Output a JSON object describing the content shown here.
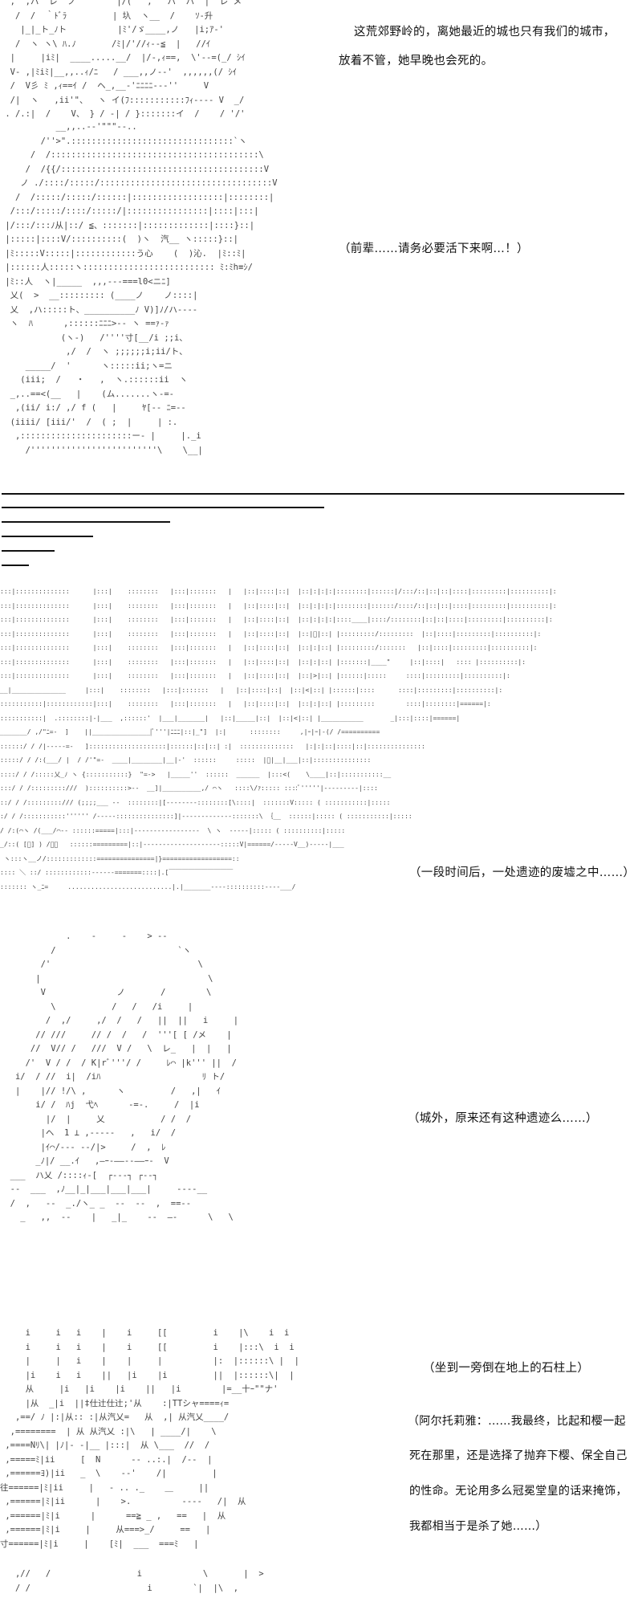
{
  "narration": {
    "line1a": "这荒郊野岭的，离她最近的城也只有我们的城市，",
    "line1b": "放着不管，她早晚也会死的。",
    "thought1": "（前辈……请务必要活下来啊…！）",
    "scene_change": "（一段时间后，一处遗迹的废墟之中……）",
    "thought2": "（城外，原来还有这种遗迹么……）",
    "action": "（坐到一旁倒在地上的石柱上）",
    "dialogue": [
      "（阿尔托莉雅：……我最终，比起和樱一起",
      "死在那里，还是选择了抛弃下樱、保全自己",
      "的性命。无论用多么冠冕堂皇的话来掩饰，",
      "我都相当于是杀了她……）"
    ]
  },
  "art": {
    "top": "  ,  ,ハ  レ  ノ        |/(   ,   ハ  ハ  |  レ メ\n   /  /  ｀ﾄﾞﾗ         | 圦  ヽ__  /    ｿ-升\n    |_|_ト_ﾉト          |ﾐ'/ゞ____,ノ   |i;ｱ-'\n   /  ヽ ヽ\\ ﾊ.ﾉ       /ﾐ|/'//ｨ--≦  |   //ｲ\n  |     |iﾐ|  ____.....__/  |/-,ｨ==,  \\'--=(_/ ｼｲ\n  V- ,|ﾐiﾐ|__,,..ｨ/ﾆ   / ___,,ノ-‐'  ,,,,,,(/ ｼｲ\n  /  V彡 ﾐ ,ｨ==ｲ /  ヘ_,__-'ﾆﾆﾆﾆ‐‐‐''     V\n  /|  ヽ   ,ii'\"、  ヽ イ(ﾌ:::::::::::ﾌｨ--‐‐ V  _/\n . /.:|  /    V、 } / -| / }:::::::イ  /    / '/'",
    "char1": "           __,,..-‐'\"\"\"‐-..\n        /''>\".::::::::::::::::::::::::::::::::`ヽ\n      /  /:::::::::::::::::::::::::::::::::::::::::\\\n     /  /{{/::::::::::::::::::::::::::::::::::::::::V\n    ノ ./::::/:::::/::::::::::::::::::::::::::::::::::V\n   /  /:::::/:::::/::::::|::::::::::::::::::|::::::::|\n  /:::/:::::/::::/:::::/|::::::::::::::::|::::|:::|\n |/:::/:::ﾉ从|::/ ≦、:::::::|:::::::::::::|::::}::|\n |:::::|::::V/::::::::::(  )ヽ  汽__ ヽ:::::}::|\n |ﾐ:::::V:::::|::::::::::::う心    (  )沁.  |ﾐ::ﾐ|\n |::::::人:::::ヽ:::::::::::::::::::::::::: ﾐ:ﾐh≡ｼ/\n |ﾐ::人  ヽ|_____  ,,,---===l0<ニﾆ]\n  乂(  >  __::::::::: (____ノ    ノ::::|\n  乂  ,ハ:::::ト、__________ﾉ V)]ﾉ/ハ---‐\n  ヽ  ﾊ      ,::::::ﾆﾆﾆ>-- ヽ ==ｧ-ｧ\n            (ヽ-)   /''''寸[__/i ;;i、\n             ,/  /  ヽ ;;;;;;i;ii/ト、\n     _____/  '      ヽ:::::ii;ヽ=ニ\n    (iii;  /   ・   ,  ヽ.::::::ii  ヽ\n  _,..==<(__   |    (ム.......ヽ-=‐\n   ,(ii/ i:/ ,/ f (   |     ﾔ[‐‐ ﾆ=--\n  (iiii/ [iii/'  /  ( ;  |     | :.\n   ,::::::::::::::::::::::ー- |     |._i\n     /'''''''''''''''''''''''''\\    \\__|",
    "ruins": ":::|::::::::::::::      |:::|    ::::::::   |:::|:::::::   |   |::|::::|::|  |::|:|:|:|::::::::|::::::|/:::/::|::|::|::::|:::::::::|::::::::::|:\n:::|::::::::::::::      |:::|    ::::::::   |:::|:::::::   |   |::|::::|::|  |::|:|:|:|::::::::|::::::/::::/::|::|::|::::|:::::::::|::::::::::|:\n:::|::::::::::::::      |:::|    ::::::::   |:::|:::::::   |   |::|::::|::|  |::|:|:|:|::::____|::::/::::::::|::|::|::::|:::::::::|::::::::::|:\n:::|::::::::::::::      |:::|    ::::::::   |:::|:::::::   |   |::|::::|::|  |::|ﾞ|::| |:::::::::/:::::::::  |::|::::|:::::::::|::::::::::|:\n:::|::::::::::::::      |:::|    ::::::::   |:::|:::::::   |   |::|::::|::|  |::|:|::| |:::::::::/:::::::   |::|::::|:::::::::|::::::::::|:\n:::|::::::::::::::      |:::|    ::::::::   |:::|:::::::   |   |::|::::|::|  |::|:|::| |:::::::|____\"     |::|::::|   :::: |::::::::::|:\n:::|::::::::::::::      |:::|    ::::::::   |:::|:::::::   |   |::|::::|::|  |::|>|::| |::::::|:::::     ::::|:::::::::|::::::::::|:\n__|______________     |:::|    ::::::::   |:::|:::::::   |   |::|::::|::|  |::|<|::| |::::::|::::      ::::|:::::::::|::::::::::|:\n:::::::::::|::::::::::::|:::|    ::::::::   |:::|:::::::   |   |::|::::|::|  |::|:|::| |:::::::::        ::::|::::::::|======|:\n:::::::::::|  .::::::::|-|___  ,::::::'  |___|_______|   |::|_____|::|  |::|<|::| |___________       _|:::|::::|======|\n_______/ ,/\"ﾆ=-  ]    ||_______________|ﾞ'''|ﾆﾆﾆ|::|_\"]  |:|      ::::::::     ,|ｰ|ｰ|‐(/ /==========\n::::::/ / /|‐‐‐‐‐=-   ]::::::::::::::::::::|::::::|::|::| :|  ::::::::::::::   |:|:|::|::::|::|:::::::::::::::\n:::::/ / /:(___/ |  / /'\"=-  ____|________|__|-'  ::::::     :::::  |ﾞ|__|___|::|:::::::::::::::\n::::/ / /:::::乂_ﾉ ヽ {:::::::::::}  \"=->   |_____''  ::::::  ______  |:::<(    \\____|::|:::::::::::__\n:::/ / /:::::::::///  )::::::::::>‐‐  __]|__________,/ ⌒ヽ   ::::\\/ｧ::::: ::::ﾞ'''''|---------|::::\n::/ / /:::::::::/// (;;;;___ ‐‐  ::::::::|[--------::::::::[\\::::|  :::::::V::::: ( :::::::::::|:::::\n:/ / /:::::::::::'''''' /-----:::::::::::::::]|-------------:::::::\\ ｛__  ::::::|::::: ( :::::::::::|:::::\n/ /:(⌒ヽ /(___/⌒‐‐ ::::::=====|:::|-----------------  \\ ヽ  -----|::::: ( ::::::::::|:::::\n_/::( [ﾞ] ) /￣￣   ::::::=========|::|--------------------:::::V|======/-----V__)-----|___\n ヽ:::ヽ__ノ/:::::::::::::===============|}==================::\n:::: ＼ ::/ ::::::::::::----‐‐=======::::|.[￣￣￣￣￣￣￣￣￣￣\n::::::: ヽ_ﾆ=     ...........................|.|_______----::::::::::----___/",
    "girl": "             .    -     ‐    > --\n          /                        `ヽ\n        /'                             \\\n       |                                 \\\n        V              ノ       /        \\\n          \\           /   /   /i     |\n         /  ,/     ,/  /   /   ||  ||   i     |\n       // ///     // /  /   /  '''[ [ /メ    |\n      //  V// /   ///  V /   \\  レ_   |  |   |\n     /'  V / /  / K|rﾞ'''/ /     ﾚ⌒ |k''' ||  /\n   i/  / //  i|  /iﾊ                    ﾘ ト/\n   |    |// !/\\ ,      ヽ         /   ,|   ｲ\n       i/ /  ﾊj  弋ﾍ      -=-.     /  |i\n         |/  |     乂           / /  /\n        |ヘ  1 ⊥ ,-‐‐‐‐   ,   i/  /\n        |ｲ⌒/‐‐‐ ‐‐/|>     /  ,  ﾚ\n       _ﾉ|/ __.ｲ   ,―ｰ‐――‐‐――ｰ‐  V\n  ___  ハ乂 /::::ｨ‐[  ┌‐‐‐┐ ┌‐‐┐\n  ‐-  ___  ,ﾉ__|_|___|___|___|     ‐‐‐‐__\n  /  ,   ‐‐  _./ヽ_ _  ‐‐  ‐‐  ,  ==‐‐\n    _   ,,  ‐‐    |   _|_    ‐‐  ―‐      \\   \\",
    "sitting": "     i     i   i    |    i     [[         i    |\\    i  i\n     i     i   i    |    i     [[         i    |:::\\  i  i\n     |     |   i    |    |     |          |:  |::::::\\ |  |\n     |i    i   i    ||   |i    |i         ||  |::::::\\|  |\n     从     |i   |i    |i    ||   |i        |=__十ｰ\"\"ナ'\n     |从  _|i  ||‡仕辻仕辻;'从    :|TTシャ====ｨ=\n   ,==/ ﾉ |:|从:: :|从汽乂=   从  ,| 从汽乂____/\n  ,========  | 从 从汽乂 :|\\   | ____/|    \\\n ,====Nﾘ\\| |ﾉ|‐ ‐|__ |:::|  从 \\___  //  /\n ,=====ﾐ|ii     [  N      ‐‐ ..:.|  /‐‐  |\n ,======ﾖ)|ii   _  \\    ‐‐'    /|         |\n往======|ﾐ|ii     |   ‐ .. ._    ＿     ||\n ,======|ﾐ|ii      |    >.          ‐‐‐‐   /|  从\n ,======|ﾐ|i      |      ==≧ _ ,   ==   |  从\n ,======|ﾐ|i     |     从===>_/     ==   |\n寸======|ﾐ|i     |    [ﾐ|  ___  ===ﾐ   |",
    "bottom": "   ,//   /                 i            \\       |  >\n   / /                       i        `|  |\\  ,"
  }
}
